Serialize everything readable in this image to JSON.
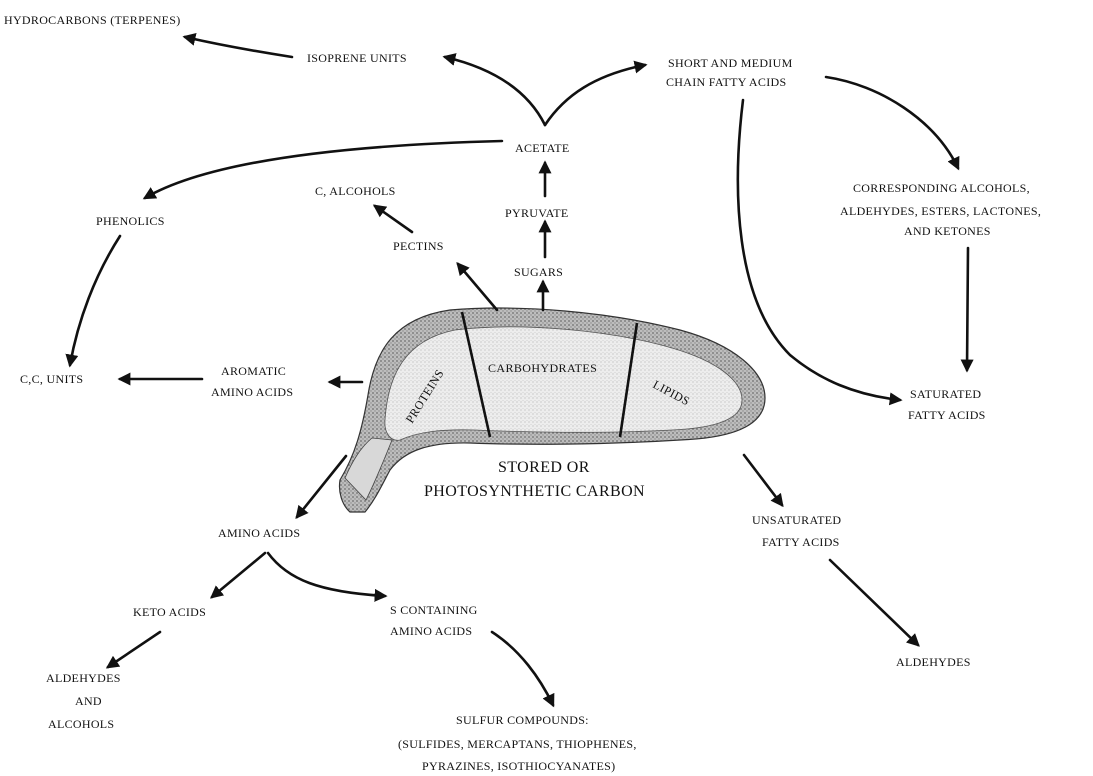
{
  "banana": {
    "sections": [
      "PROTEINS",
      "CARBOHYDRATES",
      "LIPIDS"
    ],
    "caption_line1": "STORED OR",
    "caption_line2": "PHOTOSYNTHETIC CARBON"
  },
  "nodes": {
    "hydrocarbons": "HYDROCARBONS  (TERPENES)",
    "isoprene_units": "ISOPRENE UNITS",
    "short_medium_line1": "SHORT AND MEDIUM",
    "short_medium_line2": "CHAIN FATTY ACIDS",
    "acetate": "ACETATE",
    "c_alcohols": "C, ALCOHOLS",
    "pyruvate": "PYRUVATE",
    "phenolics": "PHENOLICS",
    "pectins": "PECTINS",
    "sugars": "SUGARS",
    "corresponding_line1": "CORRESPONDING ALCOHOLS,",
    "corresponding_line2": "ALDEHYDES, ESTERS, LACTONES,",
    "corresponding_line3": "AND KETONES",
    "c6c3_units": "C,C,  UNITS",
    "aromatic_line1": "AROMATIC",
    "aromatic_line2": "AMINO ACIDS",
    "saturated_line1": "SATURATED",
    "saturated_line2": "FATTY ACIDS",
    "amino_acids": "AMINO ACIDS",
    "unsaturated_line1": "UNSATURATED",
    "unsaturated_line2": "FATTY ACIDS",
    "keto_acids": "KETO ACIDS",
    "s_containing_line1": "S CONTAINING",
    "s_containing_line2": "AMINO ACIDS",
    "ald_alc_line1": "ALDEHYDES",
    "ald_alc_line2": "AND",
    "ald_alc_line3": "ALCOHOLS",
    "aldehydes": "ALDEHYDES",
    "sulfur_line1": "SULFUR COMPOUNDS:",
    "sulfur_line2": "(SULFIDES, MERCAPTANS, THIOPHENES,",
    "sulfur_line3": "PYRAZINES, ISOTHIOCYANATES)"
  },
  "colors": {
    "ink": "#111111",
    "banana_shade_dark": "#7a7a7a",
    "banana_shade_light": "#c9c9c9",
    "banana_body": "#eeeeee"
  }
}
